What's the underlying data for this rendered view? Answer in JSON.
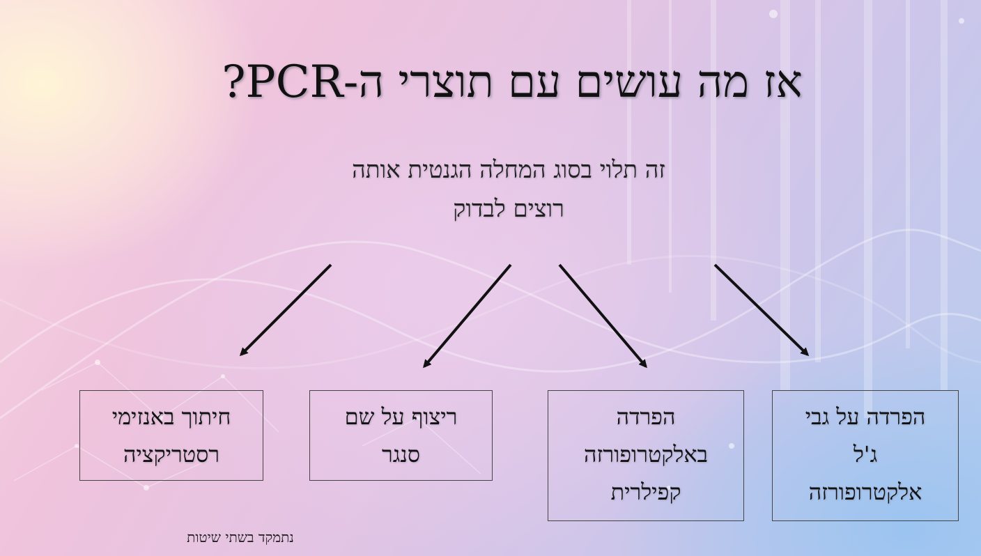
{
  "slide": {
    "title": "אז מה עושים עם תוצרי ה-PCR?",
    "subtitle": {
      "line1": "זה תלוי בסוג המחלה הגנטית אותה",
      "line2": "רוצים לבדוק"
    },
    "boxes": [
      {
        "lines": [
          "חיתוך באנזימי",
          "רסטריקציה"
        ]
      },
      {
        "lines": [
          "ריצוף על שם",
          "סנגר"
        ]
      },
      {
        "lines": [
          "הפרדה",
          "באלקטרופורזה",
          "קפילרית"
        ]
      },
      {
        "lines": [
          "הפרדה על גבי",
          "ג'ל",
          "אלקטרופורזה"
        ]
      }
    ],
    "footnote": "נתמקד בשתי שיטות"
  },
  "icons": {
    "arrow": "arrow-down-icon"
  },
  "colors": {
    "text": "#111111",
    "arrow": "#111111",
    "box_border": "#444444"
  }
}
